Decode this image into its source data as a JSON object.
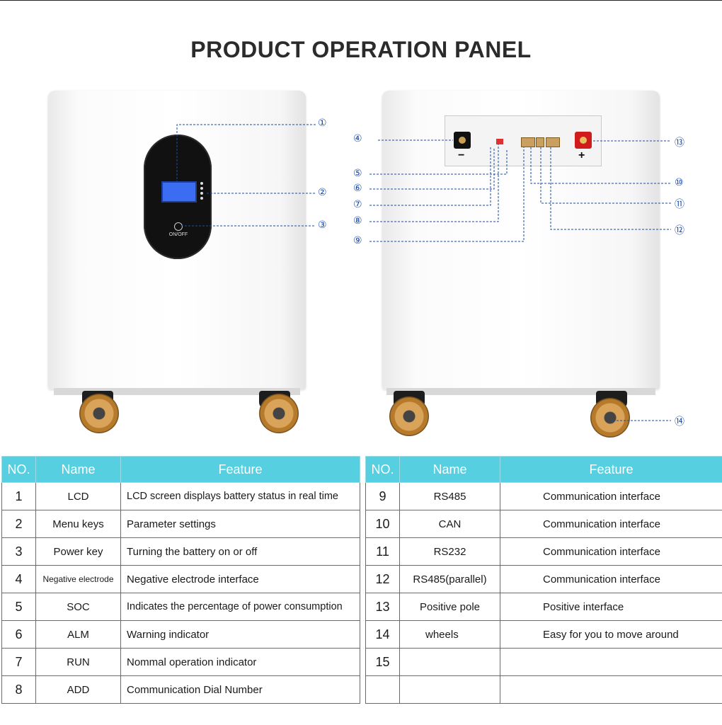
{
  "title": "PRODUCT OPERATION PANEL",
  "front_panel": {
    "power_label": "ON/OFF",
    "callouts": [
      "①",
      "②",
      "③"
    ]
  },
  "back_panel": {
    "negative_sign": "−",
    "positive_sign": "+",
    "callouts": [
      "④",
      "⑤",
      "⑥",
      "⑦",
      "⑧",
      "⑨",
      "⑩",
      "⑪",
      "⑫",
      "⑬",
      "⑭"
    ]
  },
  "table_headers": {
    "no": "NO.",
    "name": "Name",
    "feature": "Feature"
  },
  "left_rows": [
    {
      "no": "1",
      "name": "LCD",
      "feature": "LCD screen displays battery status in real time"
    },
    {
      "no": "2",
      "name": "Menu keys",
      "feature": "Parameter settings"
    },
    {
      "no": "3",
      "name": "Power key",
      "feature": "Turning the battery on or off"
    },
    {
      "no": "4",
      "name": "Negative electrode",
      "feature": "Negative electrode interface"
    },
    {
      "no": "5",
      "name": "SOC",
      "feature": "Indicates the percentage of power consumption"
    },
    {
      "no": "6",
      "name": "ALM",
      "feature": "Warning indicator"
    },
    {
      "no": "7",
      "name": "RUN",
      "feature": "Nommal operation indicator"
    },
    {
      "no": "8",
      "name": "ADD",
      "feature": "Communication Dial Number"
    }
  ],
  "right_rows": [
    {
      "no": "9",
      "name": "RS485",
      "feature": "Communication interface"
    },
    {
      "no": "10",
      "name": "CAN",
      "feature": "Communication interface"
    },
    {
      "no": "11",
      "name": "RS232",
      "feature": "Communication interface"
    },
    {
      "no": "12",
      "name": "RS485(parallel)",
      "feature": "Communication interface"
    },
    {
      "no": "13",
      "name": "Positive pole",
      "feature": "Positive interface"
    },
    {
      "no": "14",
      "name": "wheels",
      "feature": "Easy for you to move around"
    },
    {
      "no": "15",
      "name": "",
      "feature": ""
    },
    {
      "no": "",
      "name": "",
      "feature": ""
    }
  ],
  "colors": {
    "header_bg": "#56cfe0",
    "callout_blue": "#1a4aa8",
    "lcd_blue": "#3b6df2"
  }
}
